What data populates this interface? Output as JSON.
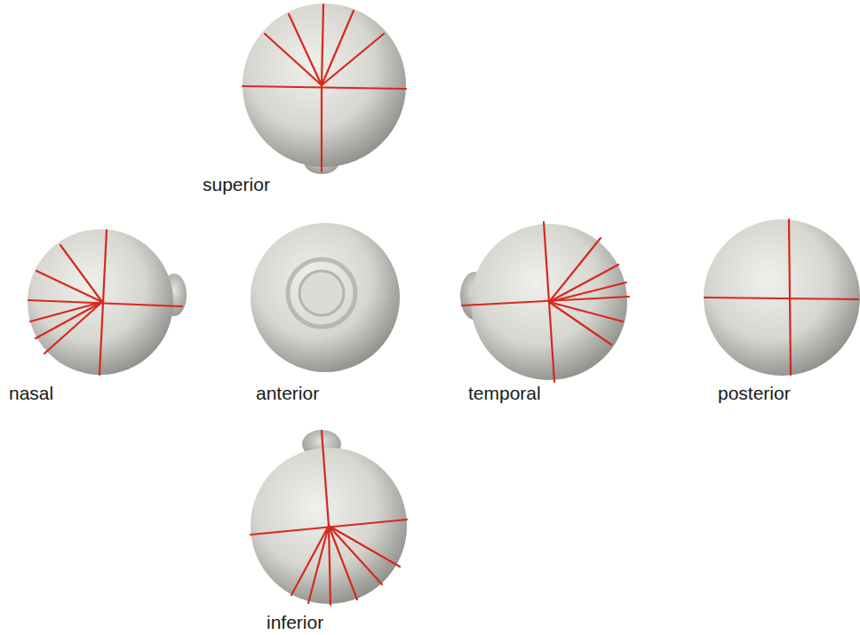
{
  "diagram": {
    "labels": [
      "superior",
      "nasal",
      "anterior",
      "temporal",
      "posterior",
      "inferior"
    ]
  }
}
